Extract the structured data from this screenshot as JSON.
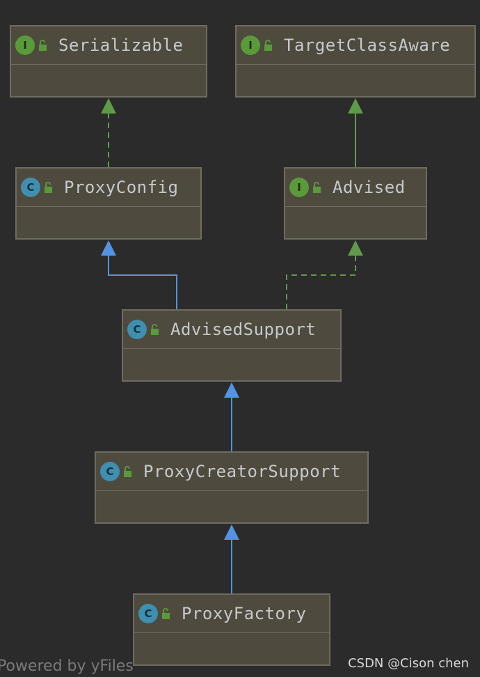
{
  "nodes": [
    {
      "id": "serializable",
      "label": "Serializable",
      "kind": "interface",
      "badge": "I"
    },
    {
      "id": "targetclassaware",
      "label": "TargetClassAware",
      "kind": "interface",
      "badge": "I"
    },
    {
      "id": "proxyconfig",
      "label": "ProxyConfig",
      "kind": "class",
      "badge": "C"
    },
    {
      "id": "advised",
      "label": "Advised",
      "kind": "interface",
      "badge": "I"
    },
    {
      "id": "advisedsupport",
      "label": "AdvisedSupport",
      "kind": "class",
      "badge": "C"
    },
    {
      "id": "proxycreatorsupport",
      "label": "ProxyCreatorSupport",
      "kind": "class",
      "badge": "C"
    },
    {
      "id": "proxyfactory",
      "label": "ProxyFactory",
      "kind": "class",
      "badge": "C"
    }
  ],
  "edges": [
    {
      "from": "proxyconfig",
      "to": "serializable",
      "type": "implements"
    },
    {
      "from": "advised",
      "to": "targetclassaware",
      "type": "extends-interface"
    },
    {
      "from": "advisedsupport",
      "to": "proxyconfig",
      "type": "extends"
    },
    {
      "from": "advisedsupport",
      "to": "advised",
      "type": "implements"
    },
    {
      "from": "proxycreatorsupport",
      "to": "advisedsupport",
      "type": "extends"
    },
    {
      "from": "proxyfactory",
      "to": "proxycreatorsupport",
      "type": "extends"
    }
  ],
  "colors": {
    "background": "#2b2b2b",
    "node_fill": "#4e4a3e",
    "node_border": "#6e6b60",
    "extends_edge": "#5294e2",
    "implements_edge": "#5f9a4a",
    "interface_badge": "#5a9a3a",
    "class_badge": "#3f8fb0",
    "text": "#c7c9cc"
  },
  "footer": {
    "powered_by": "Powered by yFiles",
    "watermark": "CSDN @Cison chen"
  }
}
